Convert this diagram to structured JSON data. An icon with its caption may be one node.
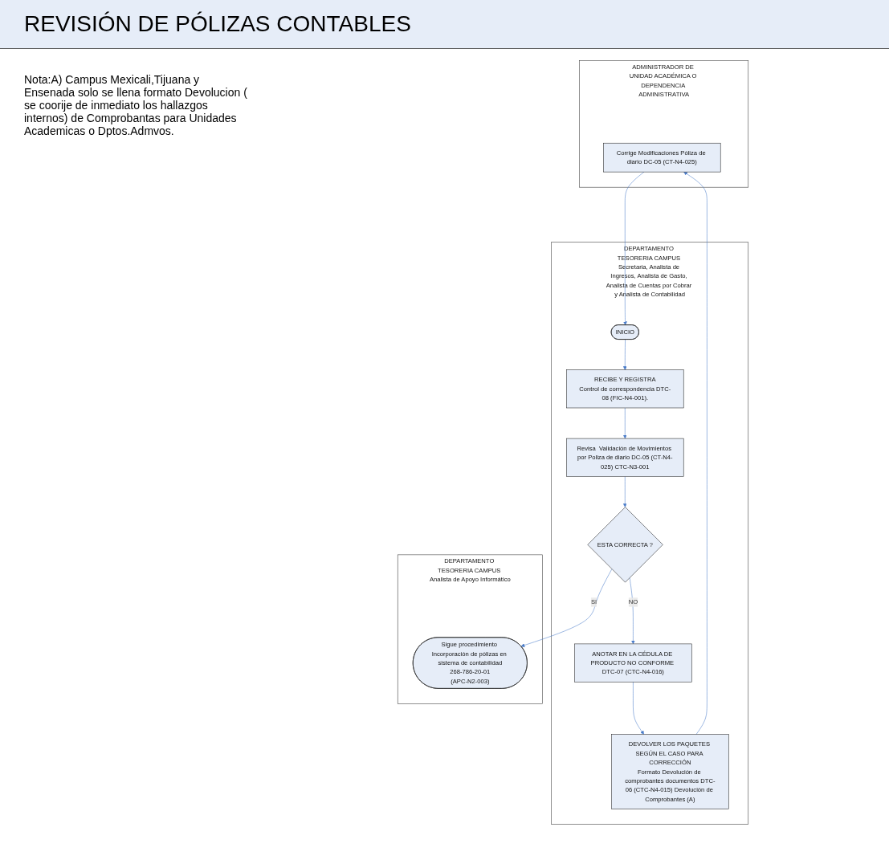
{
  "diagram": {
    "title": "REVISIÓN DE PÓLIZAS CONTABLES",
    "nodes": [
      {
        "text": [
          "ADMINISTRADOR DE UNIDAD ACADÉMICA O DEPENDENCIA ADMINISTRATIVA"
        ]
      },
      {
        "text": [
          "DEPARTAMENTO TESORERIA CAMPUS Secretaria, Analista de Ingresos, Analista de Gasto, Analista de Cuentas por Cobrar y Analista de Contabilidad"
        ]
      },
      {
        "text": [
          "DEPARTAMENTO TESORERIA CAMPUS Analista de Apoyo Informático"
        ]
      },
      {
        "text": [
          "Corrige Modificaciones Póliza de diario DC-05 (CT-N4-025)"
        ],
        "in": 0
      },
      {
        "text": [
          "INICIO"
        ],
        "in": 1
      },
      {
        "text": [
          "RECIBE Y REGISTRA",
          "Control de correspondencia DTC-08 (FIC-N4-001)."
        ],
        "in": 1
      },
      {
        "text": [
          "Revisa  Validación de Movimientos por Poliza de diario DC-05 (CT-N4-025) CTC-N3-001"
        ],
        "in": 1
      },
      {
        "text": [
          "ESTA CORRECTA ?"
        ],
        "in": 1
      },
      {
        "text": [
          "ANOTAR EN LA CÉDULA DE PRODUCTO NO CONFORME DTC-07 (CTC-N4-016)"
        ],
        "in": 1
      },
      {
        "text": [
          "DEVOLVER LOS PAQUETES SEGÚN EL CASO PARA CORRECCIÓN",
          "Formato Devolución de comprobantes documentos DTC-06 (CTC-N4-015) Devolución de Comprobantes (A)"
        ],
        "in": 1
      },
      {
        "text": [
          "Sigue procedimiento Incorporación de pólizas en sistema de contabilidad",
          "268-786-20-01",
          "(APC-N2-003)"
        ],
        "in": 2
      }
    ],
    "edges": [
      {
        "from": 3,
        "to": 4,
        "arrow": "to"
      },
      {
        "from": 4,
        "to": 5,
        "arrow": "to"
      },
      {
        "from": 5,
        "to": 6,
        "arrow": "to"
      },
      {
        "from": 6,
        "to": 7,
        "arrow": "to"
      },
      {
        "from": 7,
        "to": 10,
        "arrow": "to",
        "label": "SI"
      },
      {
        "from": 7,
        "to": 8,
        "arrow": "to",
        "label": "NO"
      },
      {
        "from": 8,
        "to": 9,
        "arrow": "to"
      },
      {
        "from": 9,
        "to": 3,
        "arrow": "to"
      }
    ],
    "labels": [
      "Nota:A) Campus Mexicali,Tijuana y Ensenada solo se llena formato Devolucion ( se coorije de inmediato los hallazgos internos) de Comprobantas para Unidades Academicas o Dptos.Admvos."
    ]
  }
}
